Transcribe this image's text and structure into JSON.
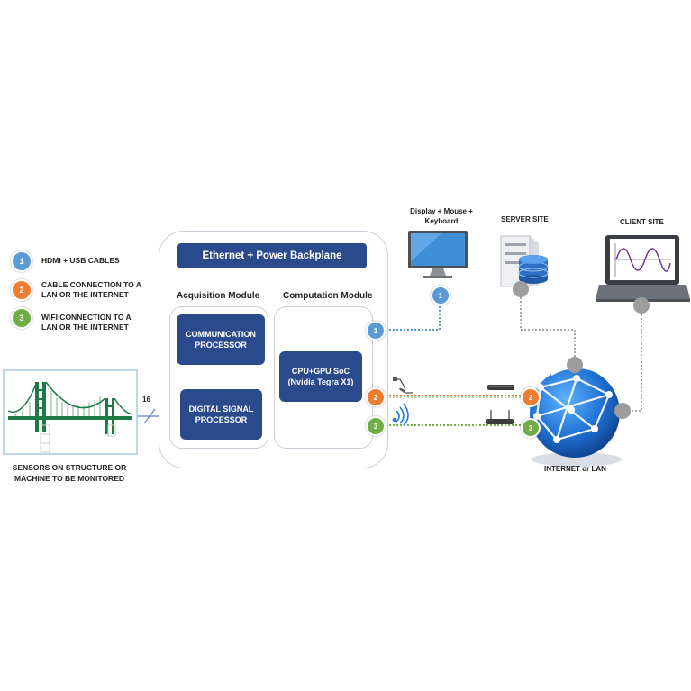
{
  "legend": {
    "items": [
      {
        "num": "1",
        "text_line1": "HDMI + USB CABLES",
        "text_line2": "",
        "color": "#5b9bd5"
      },
      {
        "num": "2",
        "text_line1": "CABLE CONNECTION TO A",
        "text_line2": "LAN OR THE INTERNET",
        "color": "#ed7d31"
      },
      {
        "num": "3",
        "text_line1": "WIFI CONNECTION TO A",
        "text_line2": "LAN OR THE INTERNET",
        "color": "#70ad47"
      }
    ]
  },
  "system": {
    "backplane": "Ethernet + Power Backplane",
    "acquisition_title": "Acquisition Module",
    "computation_title": "Computation Module",
    "comm_processor_line1": "COMMUNICATION",
    "comm_processor_line2": "PROCESSOR",
    "dsp_line1": "DIGITAL SIGNAL",
    "dsp_line2": "PROCESSOR",
    "soc_line1": "CPU+GPU SoC",
    "soc_line2": "(Nvidia Tegra X1)"
  },
  "sensors": {
    "label_line1": "SENSORS ON STRUCTURE OR",
    "label_line2": "MACHINE TO BE MONITORED",
    "channel_count": "16"
  },
  "peripherals": {
    "display_line1": "Display + Mouse +",
    "display_line2": "Keyboard",
    "server": "SERVER SITE",
    "client": "CLIENT SITE",
    "network": "INTERNET or LAN"
  },
  "ports": {
    "p1": "1",
    "p2": "2",
    "p3": "3"
  },
  "colors": {
    "navy": "#2a4a8c",
    "bridge": "#1e7a45",
    "globe": "#1f6fd1"
  }
}
